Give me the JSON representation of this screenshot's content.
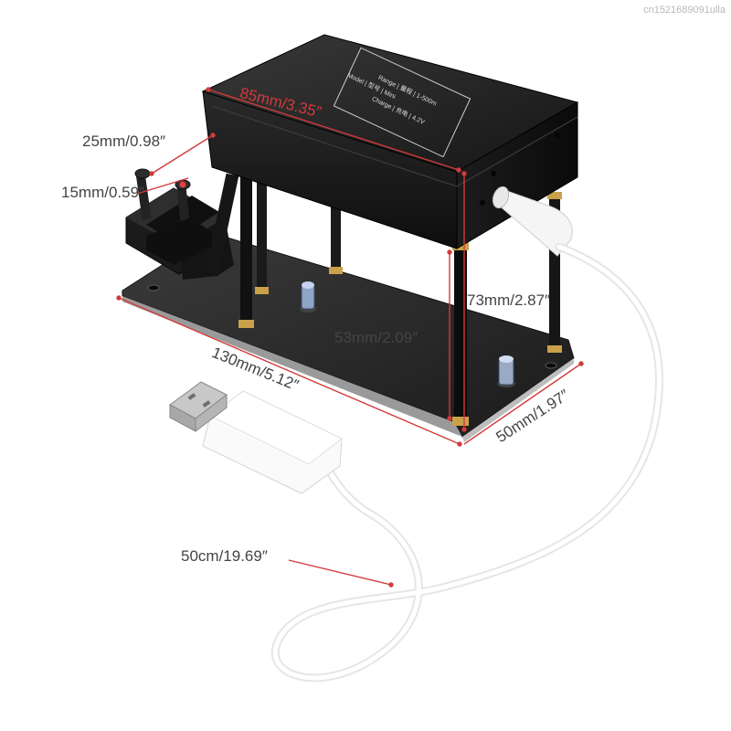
{
  "watermark": "cn1521689091ulla",
  "dimensions": {
    "box_length": "85mm/3.35″",
    "depth_small": "25mm/0.98″",
    "clamp_height": "15mm/0.59″",
    "pillar_height": "73mm/2.87″",
    "inner_height": "53mm/2.09″",
    "base_length": "130mm/5.12″",
    "base_width": "50mm/1.97″",
    "cable_length": "50cm/19.69″"
  },
  "product_label": {
    "line1": "Model | 型号 | Mini",
    "line2": "Charge | 充电 | 4.2V",
    "line3": "Range | 量程 | 1-500m"
  },
  "colors": {
    "device_body": "#1f1f1f",
    "base_plate": "#2a2a2a",
    "brass": "#c9a14a",
    "dimension_line": "#d23a3a",
    "cable": "#f2f2f2"
  }
}
